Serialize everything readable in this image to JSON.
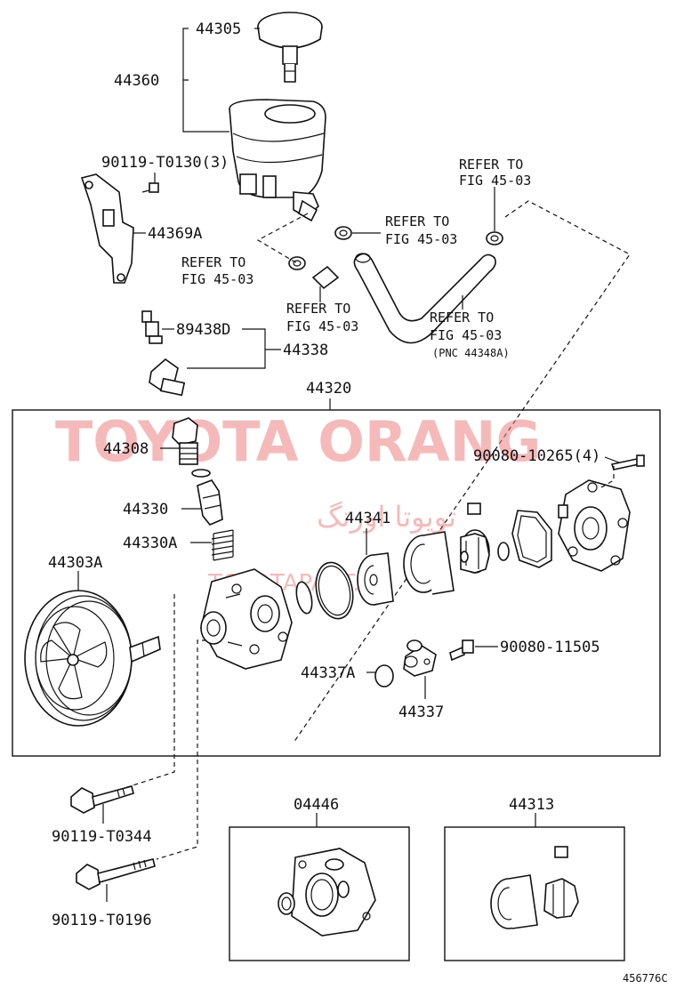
{
  "labels": {
    "cap": "44305",
    "reservoir": "44360",
    "bolt_bracket": "90119-T0130(3)",
    "bracket": "44369A",
    "ref_clamp_top": [
      "REFER TO",
      "FIG 45-03"
    ],
    "ref_clamp_mid": [
      "REFER TO",
      "FIG 45-03"
    ],
    "ref_clamp_left": [
      "REFER TO",
      "FIG 45-03"
    ],
    "ref_hose_small": [
      "REFER TO",
      "FIG 45-03"
    ],
    "ref_hose_big": [
      "REFER TO",
      "FIG 45-03",
      "(PNC 44348A)"
    ],
    "sensor": "89438D",
    "union": "44338",
    "pump_assy": "44320",
    "plug": "44308",
    "valve": "44330",
    "spring": "44330A",
    "pulley": "44303A",
    "shaft": "44341",
    "bolt_cover": "90080-10265(4)",
    "oring": "44337A",
    "suction_port": "44337",
    "bolt_port": "90080-11505",
    "bolt_a": "90119-T0344",
    "bolt_b": "90119-T0196",
    "gasket_kit": "04446",
    "cartridge_kit": "44313",
    "figure_id": "456776C"
  },
  "watermark": {
    "main": "TOYOTA ORANG",
    "arabic": "تویوتا اورنگ",
    "sub": "TOYOTAPART.IR",
    "color": "#f08080"
  }
}
